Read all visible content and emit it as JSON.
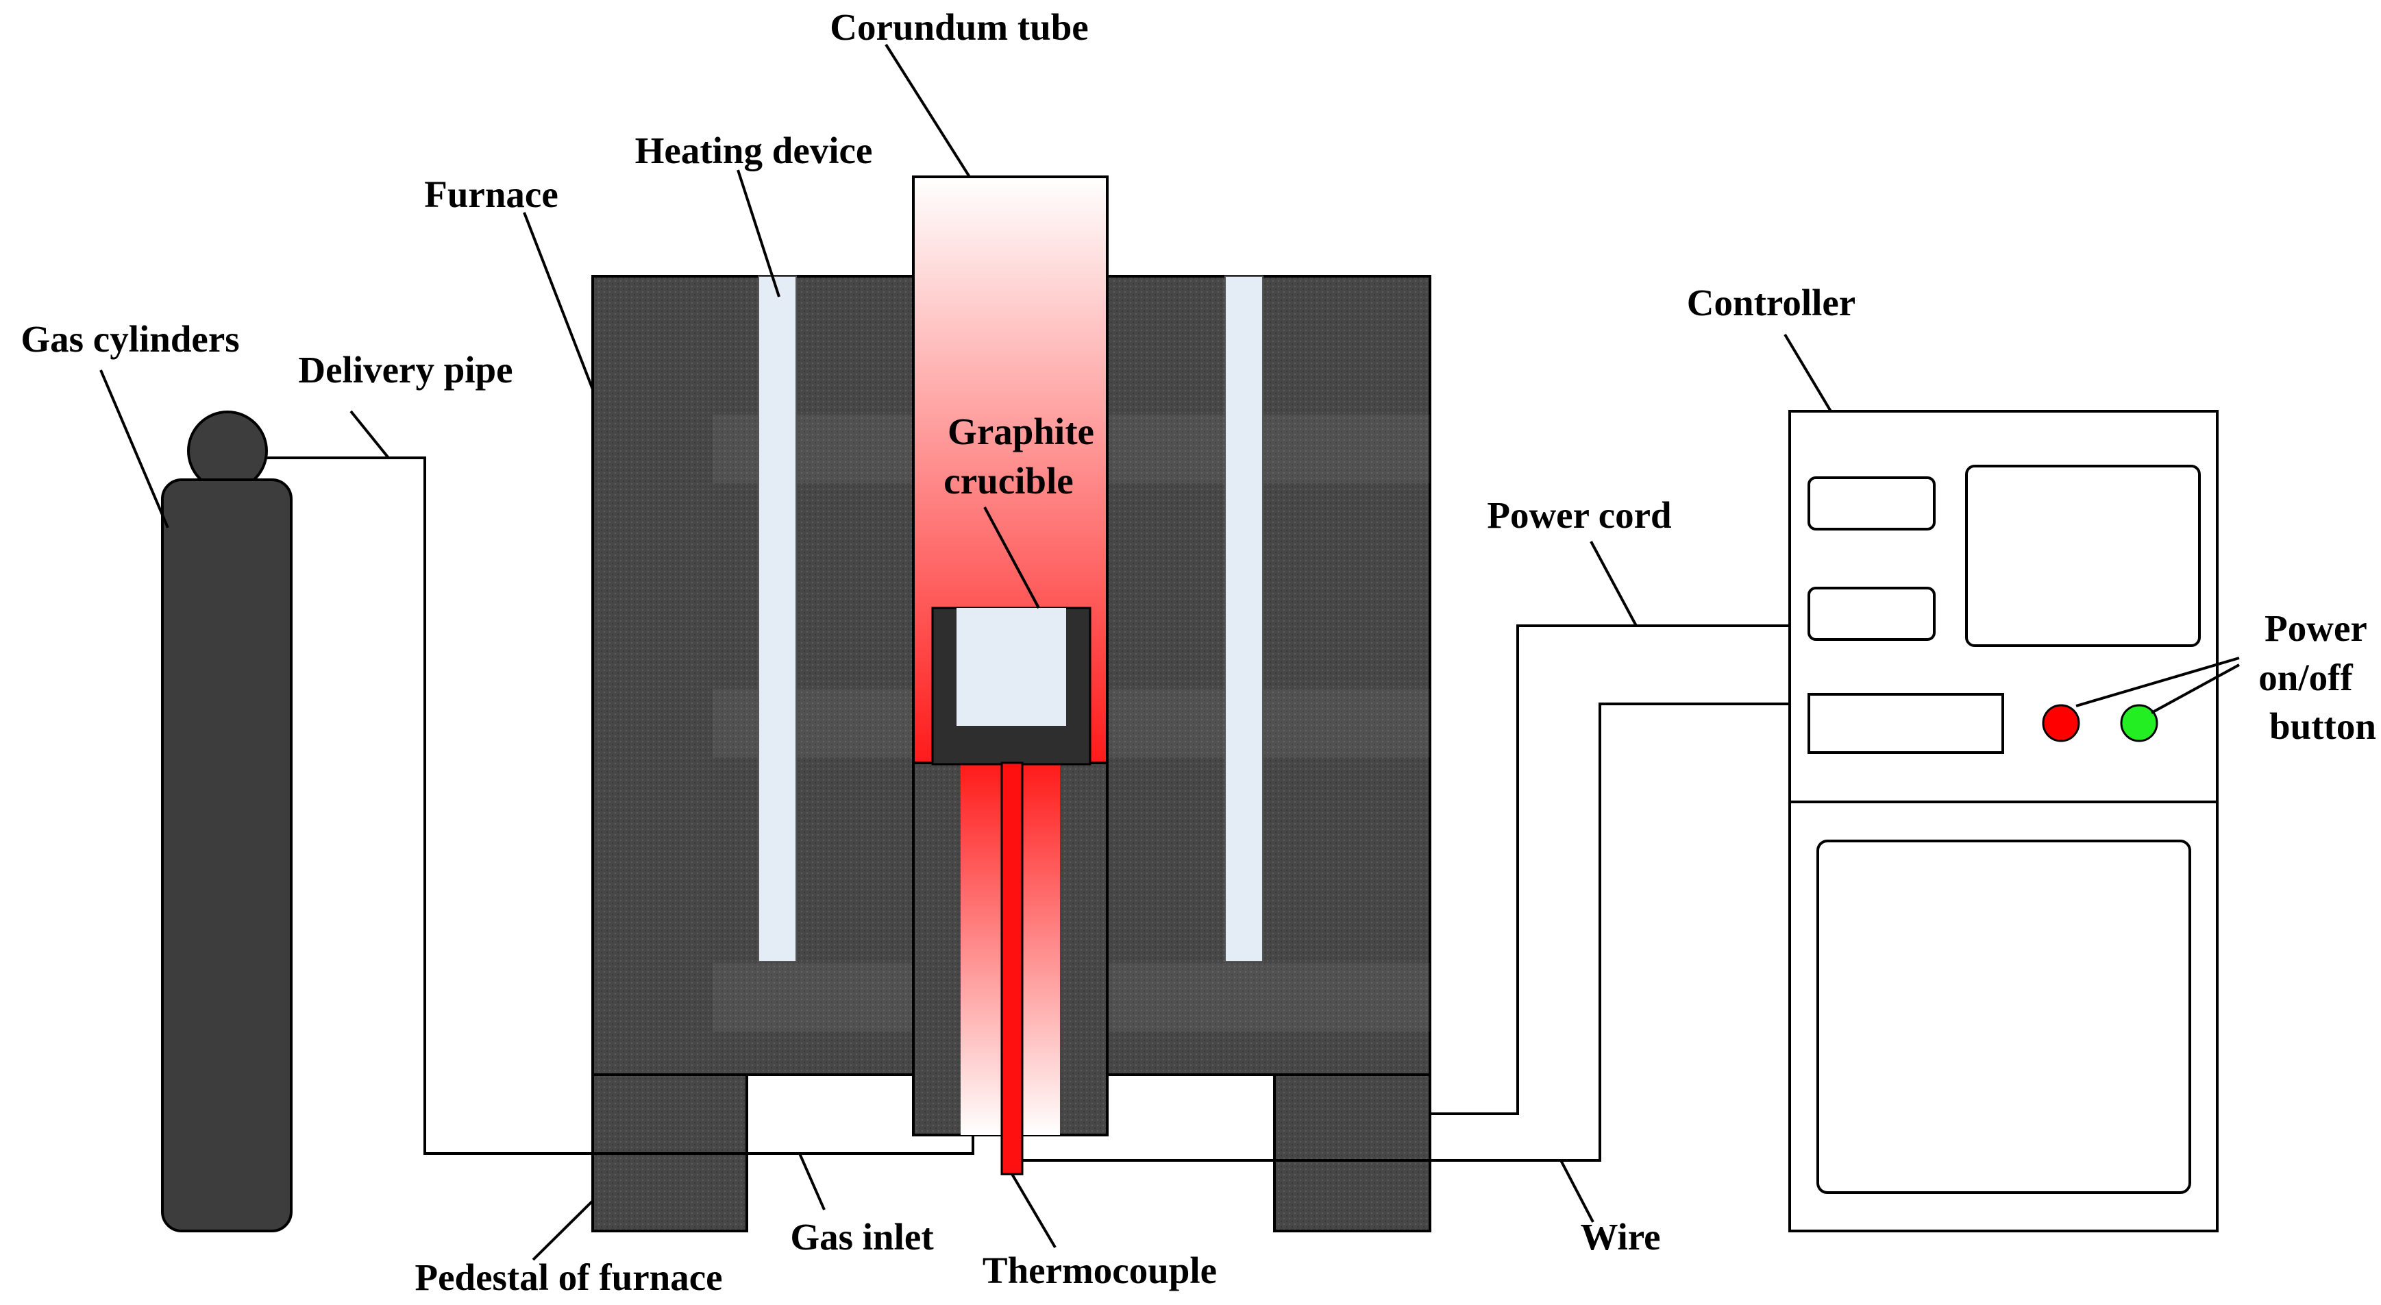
{
  "labels": {
    "corundum_tube": "Corundum tube",
    "heating_device": "Heating device",
    "furnace": "Furnace",
    "gas_cylinders": "Gas cylinders",
    "delivery_pipe": "Delivery pipe",
    "graphite_crucible_line1": "Graphite",
    "graphite_crucible_line2": "crucible",
    "controller": "Controller",
    "power_cord": "Power cord",
    "power_button_line1": "Power",
    "power_button_line2": "on/off",
    "power_button_line3": "button",
    "wire": "Wire",
    "gas_inlet": "Gas inlet",
    "pedestal_of_furnace": "Pedestal of furnace",
    "thermocouple": "Thermocouple"
  },
  "colors": {
    "furnace_body": "#4a4a4a",
    "heating_element": "#e4ecf5",
    "tube_hot": "#ff1a1a",
    "tube_cool": "#ffffff",
    "crucible_wall": "#2e2e2e",
    "crucible_inside": "#e4ecf5",
    "cylinder": "#3d3d3d",
    "button_red": "#ff0000",
    "button_green": "#22ee22"
  }
}
